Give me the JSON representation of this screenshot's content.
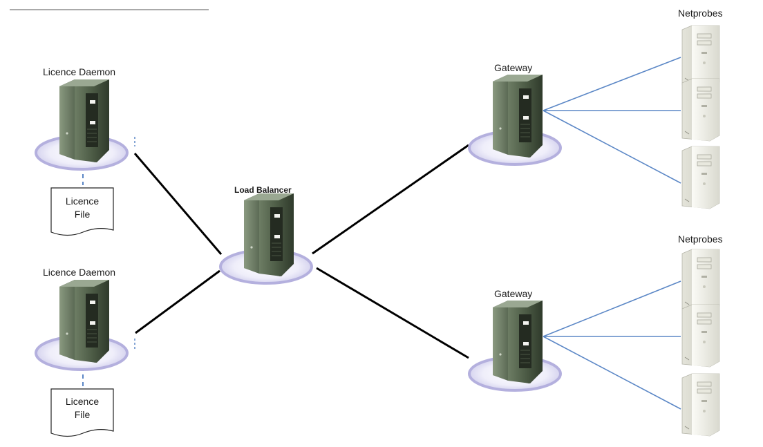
{
  "nodes": {
    "licence_daemon_1": {
      "label": "Licence Daemon"
    },
    "licence_daemon_2": {
      "label": "Licence Daemon"
    },
    "licence_file_1": {
      "line1": "Licence",
      "line2": "File"
    },
    "licence_file_2": {
      "line1": "Licence",
      "line2": "File"
    },
    "load_balancer": {
      "label": "Load Balancer"
    },
    "gateway_1": {
      "label": "Gateway"
    },
    "gateway_2": {
      "label": "Gateway"
    },
    "netprobes_1": {
      "label": "Netprobes"
    },
    "netprobes_2": {
      "label": "Netprobes"
    }
  },
  "colors": {
    "server_body": "#4e5e47",
    "ring": "#b4b0de",
    "netprobe_body": "#eeeee4",
    "link_black": "#000000",
    "link_blue": "#5b87c6",
    "dashed": "#5b87c6"
  }
}
